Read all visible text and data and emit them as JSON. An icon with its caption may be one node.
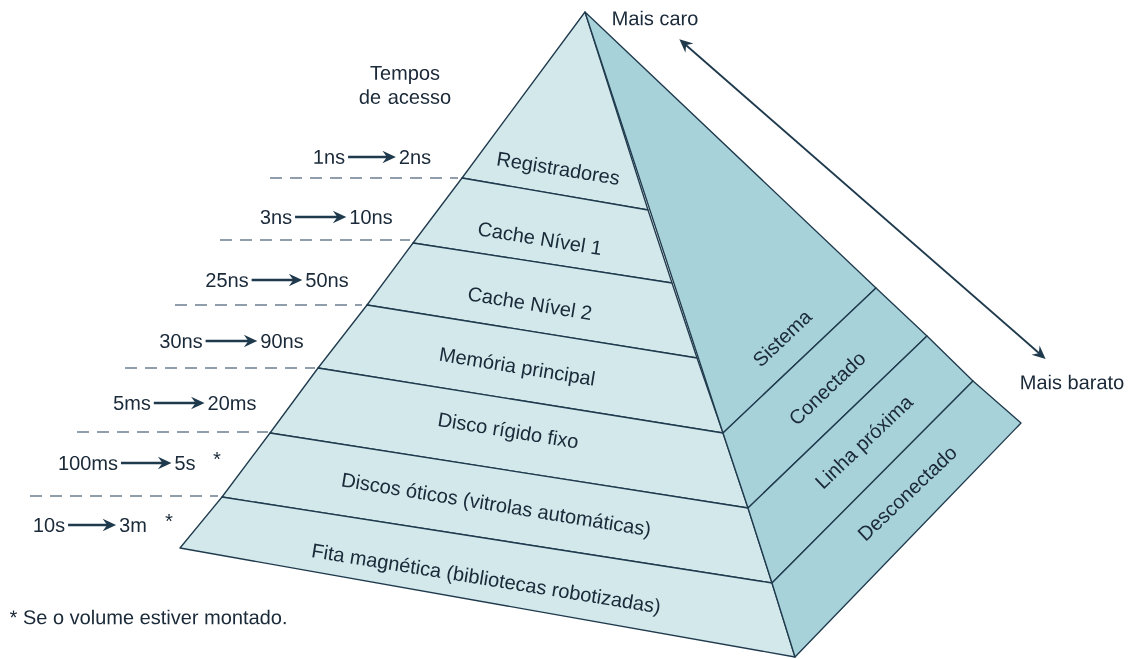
{
  "diagram": {
    "nodes": [
      {
        "text": [
          "Mais caro"
        ]
      },
      {
        "text": [
          "1ns"
        ]
      },
      {
        "text": [
          "2ns"
        ]
      },
      {
        "text": [
          "3ns"
        ]
      },
      {
        "text": [
          "10ns"
        ]
      },
      {
        "text": [
          "25ns"
        ]
      },
      {
        "text": [
          "50ns"
        ]
      },
      {
        "text": [
          "30ns"
        ]
      },
      {
        "text": [
          "90ns"
        ]
      },
      {
        "text": [
          "5ms"
        ]
      },
      {
        "text": [
          "20ms"
        ]
      },
      {
        "text": [
          "100ms"
        ]
      },
      {
        "text": [
          "5s"
        ],
        "beside": [
          "*"
        ]
      },
      {
        "text": [
          "10s"
        ]
      },
      {
        "text": [
          "3m"
        ],
        "beside": [
          "*"
        ]
      },
      {
        "text": [
          "Registradores"
        ]
      },
      {
        "text": [
          "Cache Nível 1"
        ]
      },
      {
        "text": [
          "Cache Nível 2"
        ]
      },
      {
        "text": [
          "Memória principal"
        ]
      },
      {
        "text": [
          "Disco rígido fixo"
        ]
      },
      {
        "text": [
          "Discos óticos (vitrolas automáticas)"
        ]
      },
      {
        "text": [
          "Fita magnética (bibliotecas robotizadas)"
        ]
      },
      {
        "text": [
          "Sistema"
        ]
      },
      {
        "text": [
          "Conectado"
        ]
      },
      {
        "text": [
          "Linha próxima"
        ]
      },
      {
        "text": [
          "Desconectado"
        ]
      },
      {
        "text": [
          "Mais barato"
        ]
      }
    ],
    "edges": [
      {
        "from": 1,
        "to": 2,
        "arrow": "to"
      },
      {
        "from": 3,
        "to": 4,
        "arrow": "to"
      },
      {
        "from": 5,
        "to": 6,
        "arrow": "to"
      },
      {
        "from": 7,
        "to": 8,
        "arrow": "to"
      },
      {
        "from": 9,
        "to": 10,
        "arrow": "to"
      },
      {
        "from": 11,
        "to": 12,
        "arrow": "to"
      },
      {
        "from": 13,
        "to": 14,
        "arrow": "to"
      },
      {
        "from": 0,
        "to": 26,
        "arrow": "both"
      }
    ],
    "labels": [
      "Tempos de acesso",
      "* Se o volume estiver montado."
    ]
  }
}
